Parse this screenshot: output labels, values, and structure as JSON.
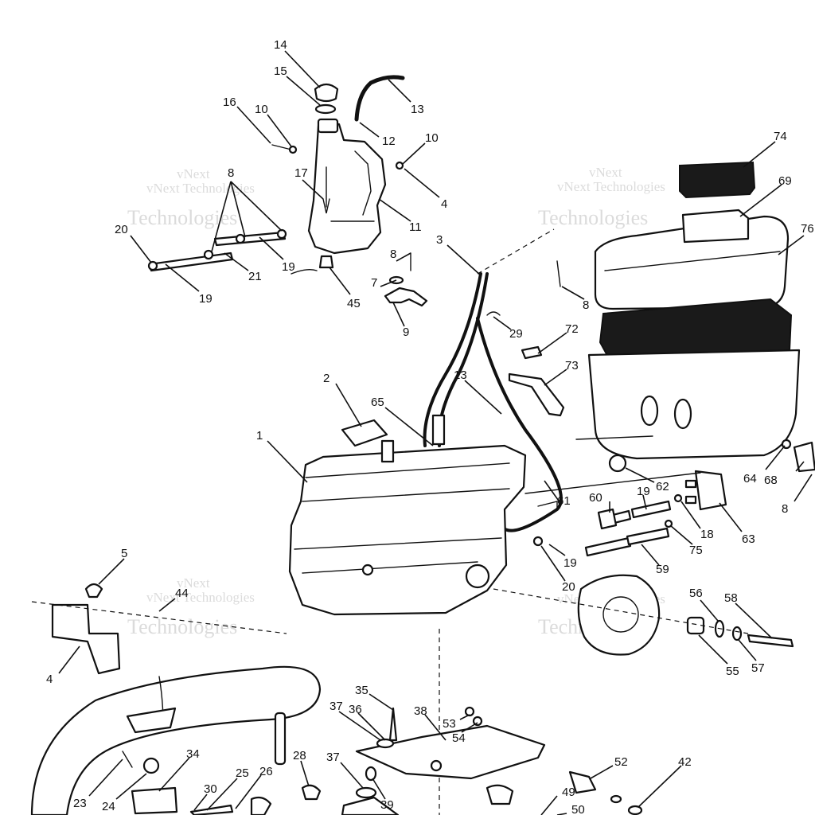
{
  "watermarks": [
    {
      "line1": "vNext",
      "line2": "vNext Technologies",
      "line3": "Technologies"
    },
    {
      "line1": "vNext",
      "line2": "vNext Technologies",
      "line3": "Technologies"
    },
    {
      "line1": "vNext",
      "line2": "vNext Technologies",
      "line3": "Technologies"
    },
    {
      "line1": "vNext",
      "line2": "vNext Technologies",
      "line3": "Technologies"
    }
  ],
  "callouts": [
    {
      "n": "14"
    },
    {
      "n": "15"
    },
    {
      "n": "13"
    },
    {
      "n": "16"
    },
    {
      "n": "10"
    },
    {
      "n": "12"
    },
    {
      "n": "10"
    },
    {
      "n": "8"
    },
    {
      "n": "17"
    },
    {
      "n": "4"
    },
    {
      "n": "11"
    },
    {
      "n": "20"
    },
    {
      "n": "19"
    },
    {
      "n": "21"
    },
    {
      "n": "19"
    },
    {
      "n": "3"
    },
    {
      "n": "8"
    },
    {
      "n": "7"
    },
    {
      "n": "45"
    },
    {
      "n": "9"
    },
    {
      "n": "74"
    },
    {
      "n": "69"
    },
    {
      "n": "76"
    },
    {
      "n": "8"
    },
    {
      "n": "29"
    },
    {
      "n": "72"
    },
    {
      "n": "73"
    },
    {
      "n": "13"
    },
    {
      "n": "2"
    },
    {
      "n": "65"
    },
    {
      "n": "1"
    },
    {
      "n": "61"
    },
    {
      "n": "62"
    },
    {
      "n": "19"
    },
    {
      "n": "60"
    },
    {
      "n": "64"
    },
    {
      "n": "68"
    },
    {
      "n": "8"
    },
    {
      "n": "18"
    },
    {
      "n": "63"
    },
    {
      "n": "75"
    },
    {
      "n": "59"
    },
    {
      "n": "19"
    },
    {
      "n": "20"
    },
    {
      "n": "5"
    },
    {
      "n": "44"
    },
    {
      "n": "4"
    },
    {
      "n": "56"
    },
    {
      "n": "58"
    },
    {
      "n": "55"
    },
    {
      "n": "57"
    },
    {
      "n": "35"
    },
    {
      "n": "37"
    },
    {
      "n": "36"
    },
    {
      "n": "38"
    },
    {
      "n": "53"
    },
    {
      "n": "54"
    },
    {
      "n": "23"
    },
    {
      "n": "24"
    },
    {
      "n": "34"
    },
    {
      "n": "28"
    },
    {
      "n": "37"
    },
    {
      "n": "39"
    },
    {
      "n": "25"
    },
    {
      "n": "26"
    },
    {
      "n": "30"
    },
    {
      "n": "52"
    },
    {
      "n": "42"
    },
    {
      "n": "49"
    },
    {
      "n": "50"
    }
  ]
}
